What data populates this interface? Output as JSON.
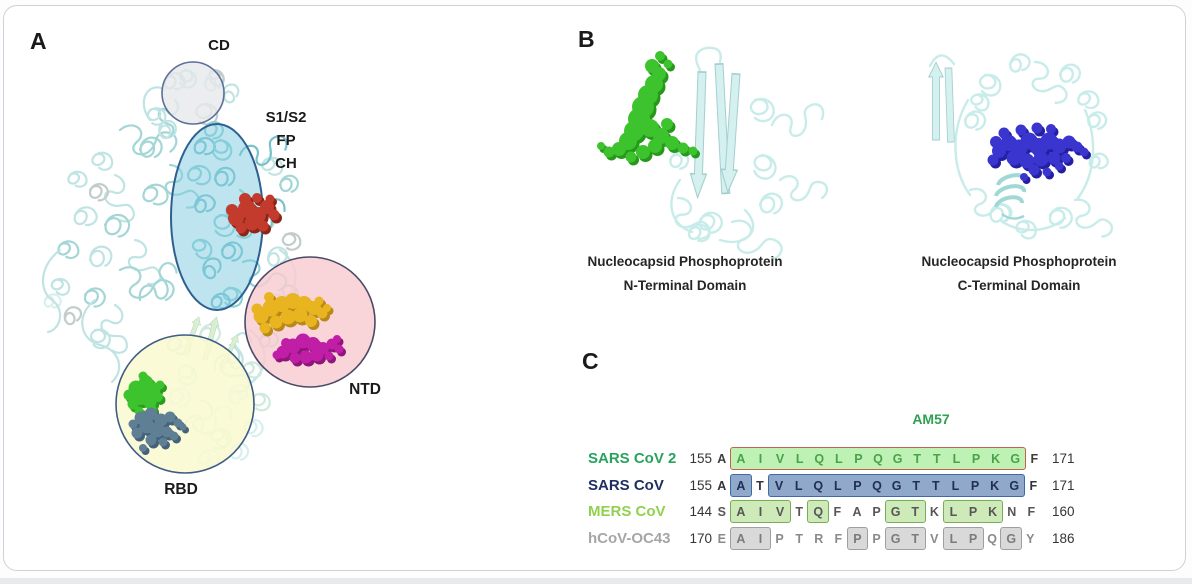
{
  "panel_a": {
    "label": "A",
    "annotations": {
      "cd": "CD",
      "s1s2": "S1/S2",
      "fp": "FP",
      "ch": "CH",
      "ntd": "NTD",
      "rbd": "RBD"
    }
  },
  "panel_b": {
    "label": "B",
    "structures": [
      {
        "caption_line1": "Nucleocapsid Phosphoprotein",
        "caption_line2": "N-Terminal Domain",
        "epitope_color": "#3cc32d"
      },
      {
        "caption_line1": "Nucleocapsid Phosphoprotein",
        "caption_line2": "C-Terminal Domain",
        "epitope_color": "#3a35cf"
      }
    ]
  },
  "panel_c": {
    "label": "C",
    "epitope_label": "AM57",
    "epitope_label_color": "#2ea052",
    "rows": [
      {
        "name": "SARS CoV 2",
        "name_color": "#27a35e",
        "start": "155",
        "end": "171",
        "plain_letter_color": "#3d3d3d",
        "box_letter_color": "#4ba14b",
        "box_fill": "#bef2b4",
        "box_border": "#c4604f",
        "segments": [
          {
            "t": "A",
            "box": false
          },
          {
            "t": "AIVLQLPQGTTLPKG",
            "box": true
          },
          {
            "t": "F",
            "box": false
          }
        ]
      },
      {
        "name": "SARS CoV",
        "name_color": "#1e2f63",
        "start": "155",
        "end": "171",
        "plain_letter_color": "#30343d",
        "box_letter_color": "#202f55",
        "box_fill": "#90a8ca",
        "box_border": "#3c6ba5",
        "segments": [
          {
            "t": "A",
            "box": false
          },
          {
            "t": "A",
            "box": true
          },
          {
            "t": "T",
            "box": false
          },
          {
            "t": "VLQLPQGTTLPKG",
            "box": true
          },
          {
            "t": "F",
            "box": false
          }
        ]
      },
      {
        "name": "MERS CoV",
        "name_color": "#92d050",
        "start": "144",
        "end": "160",
        "plain_letter_color": "#575757",
        "box_letter_color": "#575757",
        "box_fill": "#cdeab8",
        "box_border": "#77ad55",
        "segments": [
          {
            "t": "S",
            "box": false
          },
          {
            "t": "AIV",
            "box": true
          },
          {
            "t": "T",
            "box": false
          },
          {
            "t": "Q",
            "box": true
          },
          {
            "t": "F",
            "box": false
          },
          {
            "t": "A",
            "box": false
          },
          {
            "t": "P",
            "box": false
          },
          {
            "t": "GT",
            "box": true
          },
          {
            "t": "K",
            "box": false
          },
          {
            "t": "LPK",
            "box": true
          },
          {
            "t": "N",
            "box": false
          },
          {
            "t": "F",
            "box": false
          }
        ]
      },
      {
        "name": "hCoV-OC43",
        "name_color": "#a6a6a6",
        "start": "170",
        "end": "186",
        "plain_letter_color": "#8a8a8a",
        "box_letter_color": "#7b7b7b",
        "box_fill": "#d9d9d9",
        "box_border": "#9f9f9f",
        "segments": [
          {
            "t": "E",
            "box": false
          },
          {
            "t": "AI",
            "box": true
          },
          {
            "t": "P",
            "box": false
          },
          {
            "t": "T",
            "box": false
          },
          {
            "t": "R",
            "box": false
          },
          {
            "t": "F",
            "box": false
          },
          {
            "t": "P",
            "box": true
          },
          {
            "t": "P",
            "box": false
          },
          {
            "t": "GT",
            "box": true
          },
          {
            "t": "V",
            "box": false
          },
          {
            "t": "LP",
            "box": true
          },
          {
            "t": "Q",
            "box": false
          },
          {
            "t": "G",
            "box": true
          },
          {
            "t": "Y",
            "box": false
          }
        ]
      }
    ]
  },
  "colors": {
    "spike_ribbon": "#a4d6d6",
    "s2_region_overlay": "#7ecbe0",
    "cd_circle": "#e7e9ec",
    "ntd_circle": "#f8ccd1",
    "rbd_circle": "#f9f9d0",
    "epitope_red": "#c23b2c",
    "epitope_yellow": "#e8b41f",
    "epitope_magenta": "#c01ea6",
    "epitope_green": "#3cc32d",
    "epitope_slate": "#5f7f95",
    "epitope_blue": "#3a35cf"
  }
}
